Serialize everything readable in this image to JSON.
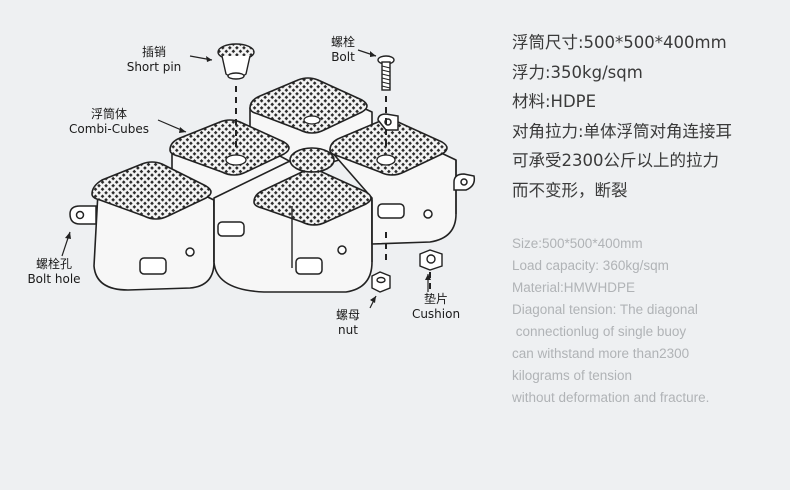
{
  "labels": {
    "short_pin_cn": "插销",
    "short_pin_en": "Short pin",
    "bolt_cn": "螺栓",
    "bolt_en": "Bolt",
    "combi_cn": "浮筒体",
    "combi_en": "Combi-Cubes",
    "bolt_hole_cn": "螺栓孔",
    "bolt_hole_en": "Bolt hole",
    "nut_cn": "螺母",
    "nut_en": "nut",
    "cushion_cn": "垫片",
    "cushion_en": "Cushion"
  },
  "spec_cn": [
    "浮筒尺寸:500*500*400mm",
    "浮力:350kg/sqm",
    "材料:HDPE",
    "对角拉力:单体浮筒对角连接耳",
    "可承受2300公斤以上的拉力",
    "而不变形，断裂"
  ],
  "spec_en": [
    "Size:500*500*400mm",
    "Load capacity: 360kg/sqm",
    "Material:HMWHDPE",
    "Diagonal tension: The diagonal",
    " connectionlug of single buoy",
    "can withstand more than2300",
    "kilograms of tension",
    "without deformation and fracture."
  ],
  "colors": {
    "background": "#eef0f2",
    "spec_cn": "#3a3a3a",
    "spec_en": "#b0b3b6",
    "line_art": "#222222"
  },
  "icons": [
    "short-pin-icon",
    "bolt-icon",
    "nut-icon",
    "cushion-icon",
    "float-cube-icon"
  ]
}
